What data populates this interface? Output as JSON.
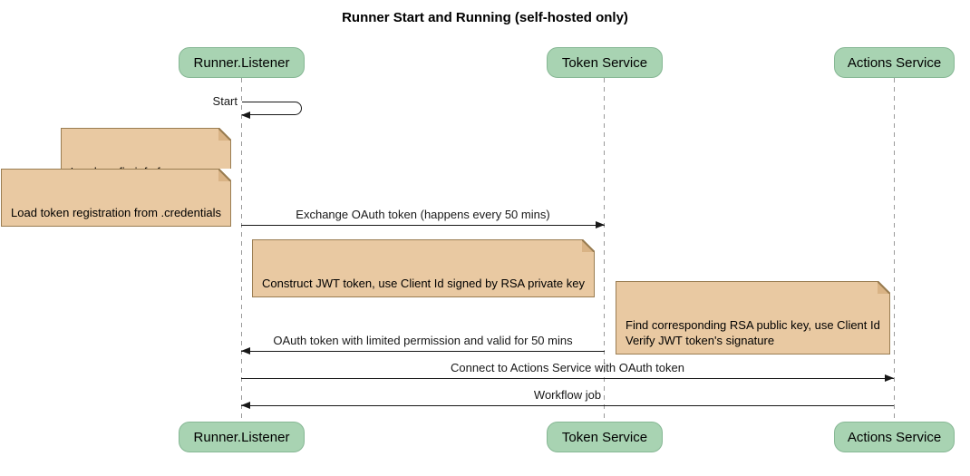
{
  "diagram": {
    "title": "Runner Start and Running (self-hosted only)",
    "participants": [
      {
        "name": "Runner.Listener"
      },
      {
        "name": "Token Service"
      },
      {
        "name": "Actions Service"
      }
    ],
    "messages": [
      {
        "label": "Start",
        "from": "Runner.Listener",
        "to": "Runner.Listener",
        "kind": "self"
      },
      {
        "label": "Exchange OAuth token (happens every 50 mins)",
        "from": "Runner.Listener",
        "to": "Token Service",
        "kind": "solid-arrow"
      },
      {
        "label": "OAuth token with limited permission and valid for 50 mins",
        "from": "Token Service",
        "to": "Runner.Listener",
        "kind": "solid-arrow"
      },
      {
        "label": "Connect to Actions Service with OAuth token",
        "from": "Runner.Listener",
        "to": "Actions Service",
        "kind": "solid-arrow"
      },
      {
        "label": "Workflow job",
        "from": "Actions Service",
        "to": "Runner.Listener",
        "kind": "solid-arrow"
      }
    ],
    "notes": [
      {
        "text": "Load config info from .runner",
        "position": "left of Runner.Listener"
      },
      {
        "text": "Load token registration from .credentials",
        "position": "left of Runner.Listener"
      },
      {
        "text": "Construct JWT token, use Client Id signed by RSA private key",
        "position": "right of Runner.Listener"
      },
      {
        "text": "Find corresponding RSA public key, use Client Id\nVerify JWT token's signature",
        "position": "right of Token Service"
      }
    ],
    "colors": {
      "participant_fill": "#a8d3b2",
      "participant_border": "#86b794",
      "note_fill": "#e9c9a2",
      "note_border": "#9a7d52",
      "line": "#181818",
      "lifeline": "#9a9a9a",
      "background": "#ffffff"
    }
  }
}
